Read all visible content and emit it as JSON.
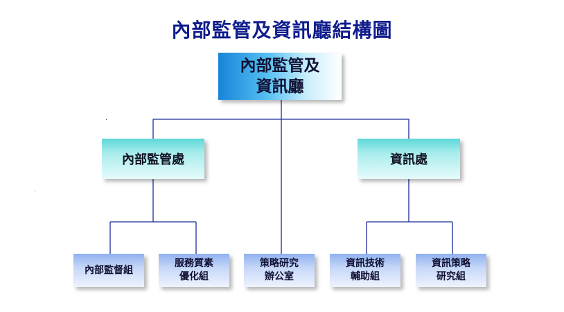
{
  "title": "內部監管及資訊廳結構圖",
  "root": {
    "line1": "內部監管及",
    "line2": "資訊廳"
  },
  "departments": [
    {
      "label": "內部監管處"
    },
    {
      "label": "資訊處"
    }
  ],
  "units": [
    {
      "line1": "內部監督組",
      "line2": ""
    },
    {
      "line1": "服務質素",
      "line2": "優化組"
    },
    {
      "line1": "策略研究",
      "line2": "辦公室"
    },
    {
      "line1": "資訊技術",
      "line2": "輔助組"
    },
    {
      "line1": "資訊策略",
      "line2": "研究組"
    }
  ],
  "colors": {
    "title": "#0f1c8c",
    "connector": "#1a2a9a"
  }
}
